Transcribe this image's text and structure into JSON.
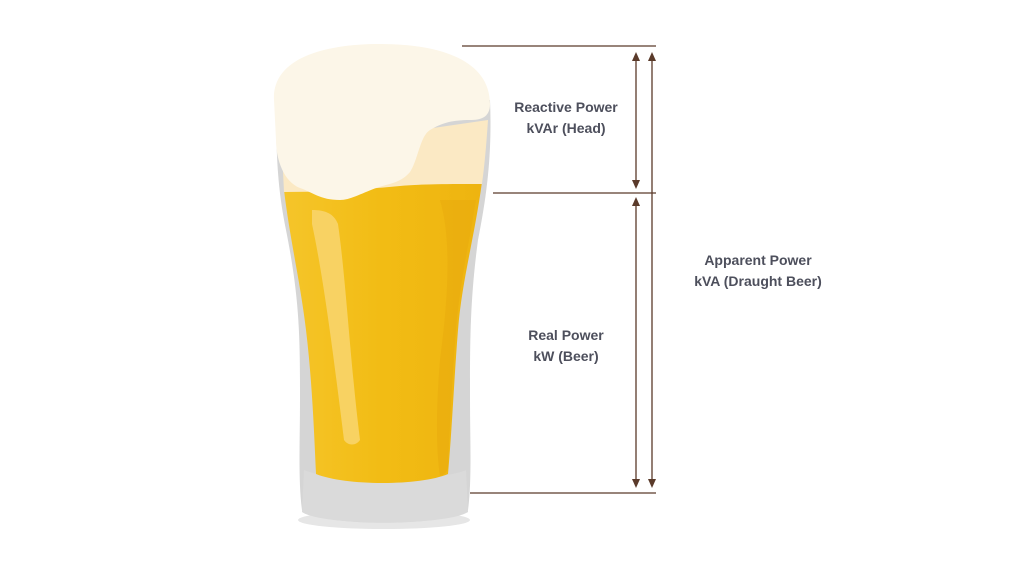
{
  "labels": {
    "reactive": {
      "line1": "Reactive Power",
      "line2": "kVAr (Head)"
    },
    "real": {
      "line1": "Real Power",
      "line2": "kW (Beer)"
    },
    "apparent": {
      "line1": "Apparent Power",
      "line2": "kVA (Draught Beer)"
    }
  },
  "colors": {
    "glass": "#d3d3d3",
    "beer": "#f3be18",
    "foam": "#fcf6e8",
    "lines": "#5a3a2a",
    "text": "#4d4f5c"
  },
  "icons": {
    "glass": "beer-glass-icon"
  }
}
